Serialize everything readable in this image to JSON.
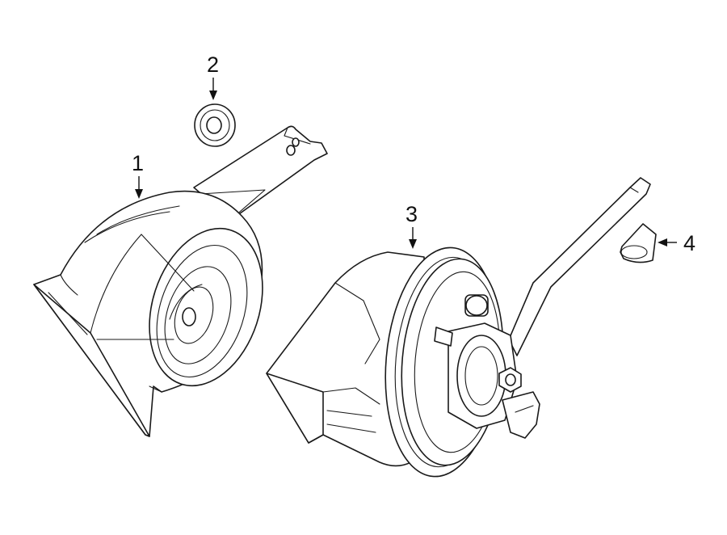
{
  "diagram": {
    "parts": [
      {
        "number": "1",
        "name": "horn-low-tone"
      },
      {
        "number": "2",
        "name": "nut-washer"
      },
      {
        "number": "3",
        "name": "horn-high-tone"
      },
      {
        "number": "4",
        "name": "clip-nut"
      }
    ]
  }
}
